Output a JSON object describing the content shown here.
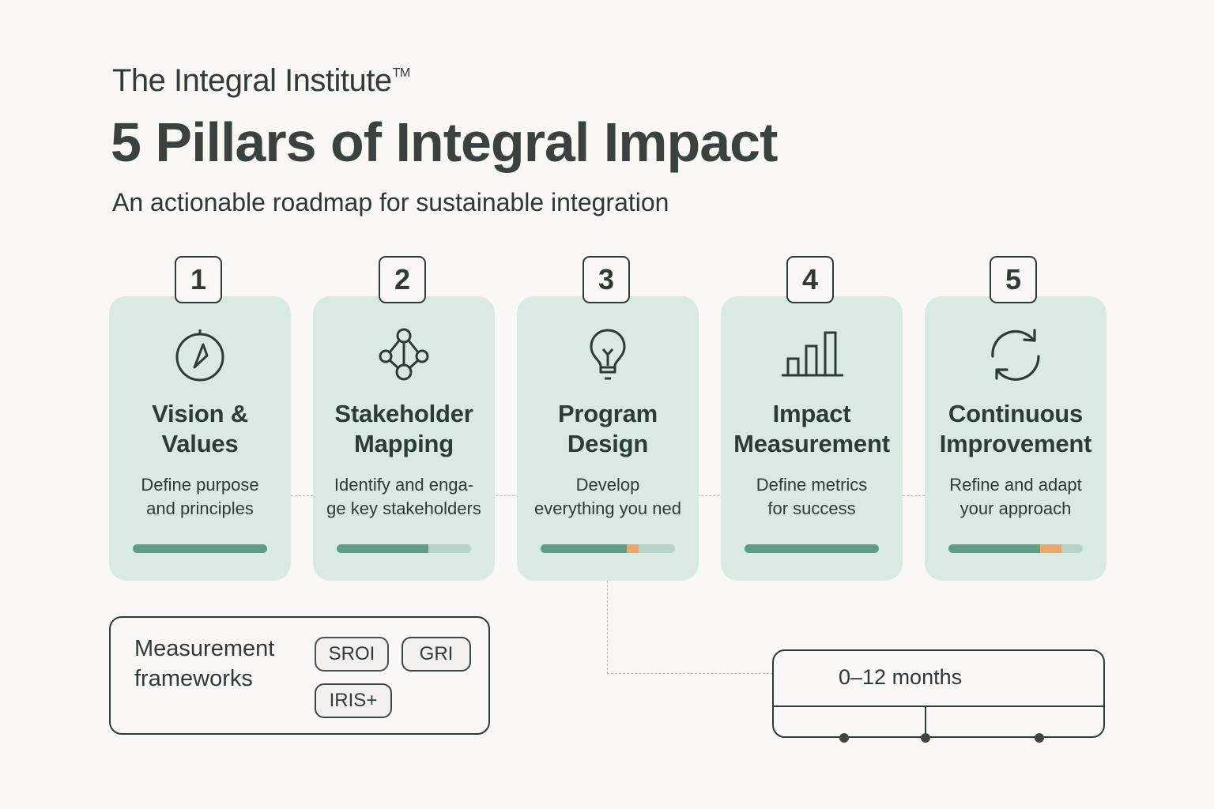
{
  "header": {
    "brand": "The Integral Institute",
    "trademark": "TM",
    "title": "5 Pillars of Integral Impact",
    "subtitle": "An actionable roadmap for sustainable integration"
  },
  "colors": {
    "background": "#f9f8f3",
    "card": "#d8eae2",
    "text": "#2f3a36",
    "progress_fill": "#5e9e85",
    "progress_track": "#b6d3c6",
    "progress_accent": "#eca66a"
  },
  "pillars": [
    {
      "number": "1",
      "icon": "compass-icon",
      "title": "Vision &\nValues",
      "title_line1": "Vision &",
      "title_line2": "Values",
      "description": "Define purpose\nand principles",
      "progress": {
        "complete_pct": 100,
        "accent_pct": 0
      }
    },
    {
      "number": "2",
      "icon": "network-icon",
      "title_line1": "Stakeholder",
      "title_line2": "Mapping",
      "description": "Identify and enga-\nge key stakeholders",
      "progress": {
        "complete_pct": 68,
        "accent_pct": 0
      }
    },
    {
      "number": "3",
      "icon": "lightbulb-icon",
      "title_line1": "Program",
      "title_line2": "Design",
      "description": "Develop\neverything you ned",
      "progress": {
        "complete_pct": 64,
        "accent_pct": 9
      }
    },
    {
      "number": "4",
      "icon": "bar-chart-icon",
      "title_line1": "Impact",
      "title_line2": "Measurement",
      "description": "Define metrics\nfor success",
      "progress": {
        "complete_pct": 100,
        "accent_pct": 0
      }
    },
    {
      "number": "5",
      "icon": "refresh-cycle-icon",
      "title_line1": "Continuous",
      "title_line2": "Improvement",
      "description": "Refine and adapt\nyour approach",
      "progress": {
        "complete_pct": 68,
        "accent_pct": 16
      }
    }
  ],
  "frameworks": {
    "label": "Measurement\nframeworks",
    "items": [
      "SROI",
      "GRI",
      "IRIS+"
    ]
  },
  "timeline": {
    "label": "0–12 months",
    "markers": 3
  }
}
